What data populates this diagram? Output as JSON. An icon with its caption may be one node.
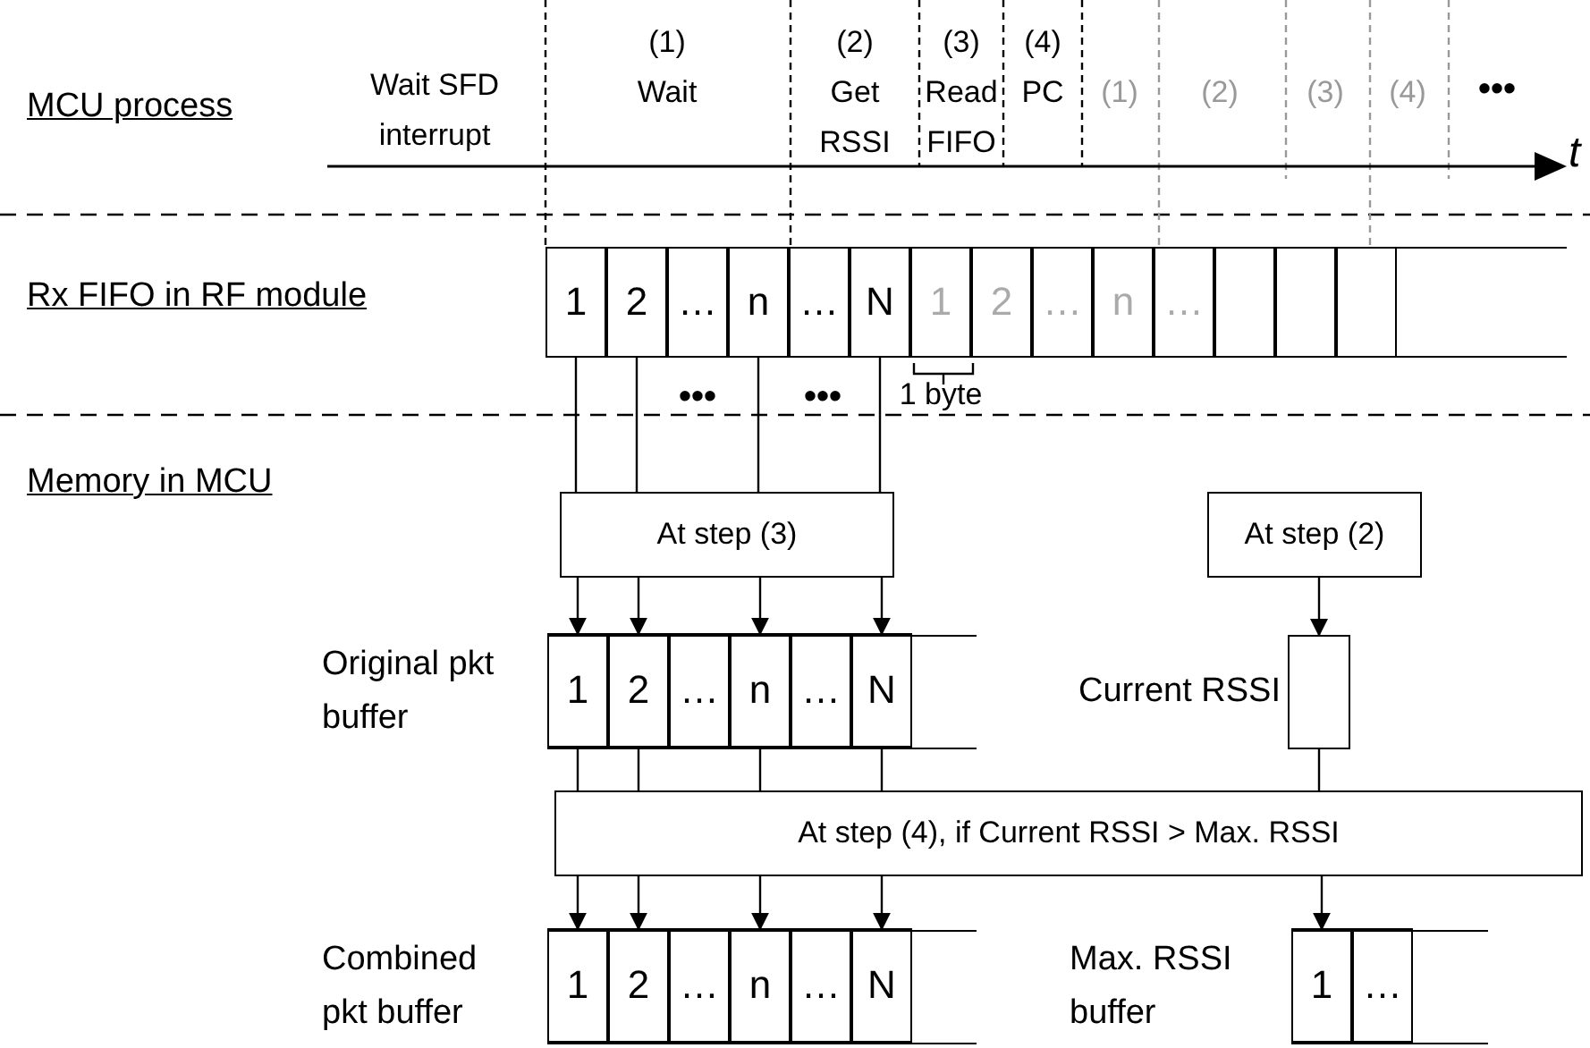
{
  "diagram": {
    "nodes": [
      {
        "text": [
          "1"
        ]
      },
      {
        "text": [
          "2"
        ]
      },
      {
        "text": [
          "…"
        ]
      },
      {
        "text": [
          "n"
        ]
      },
      {
        "text": [
          "…"
        ]
      },
      {
        "text": [
          "N"
        ]
      },
      {
        "text": [
          "1"
        ]
      },
      {
        "text": [
          "2"
        ]
      },
      {
        "text": [
          "…"
        ]
      },
      {
        "text": [
          "n"
        ]
      },
      {
        "text": [
          "…"
        ]
      },
      {
        "text": [],
        "shape": "box"
      },
      {
        "text": [],
        "shape": "box"
      },
      {
        "text": [],
        "shape": "box"
      },
      {
        "text": [
          "At step (3)"
        ]
      },
      {
        "text": [
          "At step (2)"
        ]
      },
      {
        "text": [
          "Original pkt buffer"
        ]
      },
      {
        "text": [
          "1"
        ],
        "in": 16
      },
      {
        "text": [
          "2"
        ],
        "in": 16
      },
      {
        "text": [
          "…"
        ],
        "in": 16
      },
      {
        "text": [
          "n"
        ],
        "in": 16
      },
      {
        "text": [
          "…"
        ],
        "in": 16
      },
      {
        "text": [
          "N"
        ],
        "in": 16
      },
      {
        "text": [
          "Current RSSI"
        ]
      },
      {
        "text": [
          "At step (4), if Current RSSI > Max. RSSI"
        ]
      },
      {
        "text": [
          "Combined pkt buffer"
        ]
      },
      {
        "text": [
          "1"
        ],
        "in": 25
      },
      {
        "text": [
          "2"
        ],
        "in": 25
      },
      {
        "text": [
          "…"
        ],
        "in": 25
      },
      {
        "text": [
          "n"
        ],
        "in": 25
      },
      {
        "text": [
          "…"
        ],
        "in": 25
      },
      {
        "text": [
          "N"
        ],
        "in": 25
      },
      {
        "text": [
          "Max. RSSI buffer"
        ]
      },
      {
        "text": [
          "1"
        ],
        "in": 32
      },
      {
        "text": [
          "…"
        ],
        "in": 32
      }
    ],
    "edges": [
      {
        "from": 0,
        "to": 14,
        "arrow": "none"
      },
      {
        "from": 1,
        "to": 14,
        "arrow": "none"
      },
      {
        "from": 3,
        "to": 14,
        "arrow": "none"
      },
      {
        "from": 5,
        "to": 14,
        "arrow": "none"
      },
      {
        "from": 14,
        "to": 17,
        "arrow": "to"
      },
      {
        "from": 14,
        "to": 18,
        "arrow": "to"
      },
      {
        "from": 14,
        "to": 20,
        "arrow": "to"
      },
      {
        "from": 14,
        "to": 22,
        "arrow": "to"
      },
      {
        "from": 15,
        "to": 23,
        "arrow": "to"
      },
      {
        "from": 17,
        "to": 24,
        "arrow": "none"
      },
      {
        "from": 18,
        "to": 24,
        "arrow": "none"
      },
      {
        "from": 20,
        "to": 24,
        "arrow": "none"
      },
      {
        "from": 22,
        "to": 24,
        "arrow": "none"
      },
      {
        "from": 23,
        "to": 24,
        "arrow": "none"
      },
      {
        "from": 24,
        "to": 26,
        "arrow": "to"
      },
      {
        "from": 24,
        "to": 27,
        "arrow": "to"
      },
      {
        "from": 24,
        "to": 29,
        "arrow": "to"
      },
      {
        "from": 24,
        "to": 31,
        "arrow": "to"
      },
      {
        "from": 24,
        "to": 33,
        "arrow": "to"
      }
    ],
    "labels": [
      "MCU process",
      "Wait SFD interrupt",
      "(1) Wait",
      "(2) Get RSSI",
      "(3) Read FIFO",
      "(4) PC",
      "(1)",
      "(2)",
      "(3)",
      "(4)",
      "•••",
      "t",
      "Rx FIFO in RF module",
      "•••",
      "•••",
      "1 byte",
      "Memory in MCU"
    ]
  }
}
